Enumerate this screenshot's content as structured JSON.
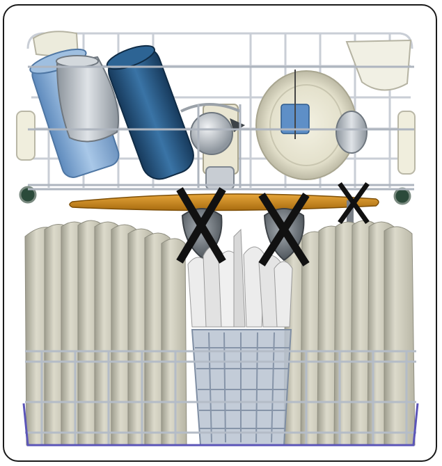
{
  "figure": {
    "subject": "dishwasher-loading-diagram",
    "marks": [
      "X",
      "X",
      "X"
    ],
    "colors": {
      "frame": "#1a1a1a",
      "rack_wire": "#c9ced6",
      "rack_wire_dark": "#8e96a3",
      "spray_arm": "#c98a1e",
      "mug_blue": "#7fa8d4",
      "tumbler_navy": "#1f4f7a",
      "plate": "#d9d7c6",
      "plate_shadow": "#a9a99a",
      "cutlery": "#e9e9e9",
      "basket": "#b8c3d1",
      "rack_feet": "#5b55b8",
      "mark": "#111111"
    }
  }
}
